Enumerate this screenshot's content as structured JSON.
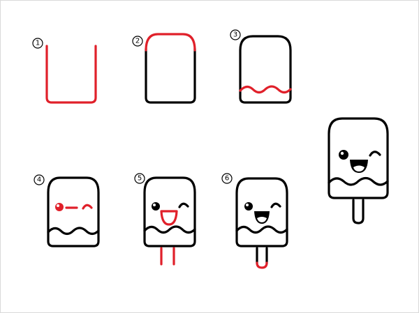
{
  "steps": [
    {
      "number": "1"
    },
    {
      "number": "2"
    },
    {
      "number": "3"
    },
    {
      "number": "4"
    },
    {
      "number": "5"
    },
    {
      "number": "6"
    }
  ],
  "colors": {
    "line": "#000000",
    "highlight": "#e0202a",
    "background": "#ffffff"
  }
}
